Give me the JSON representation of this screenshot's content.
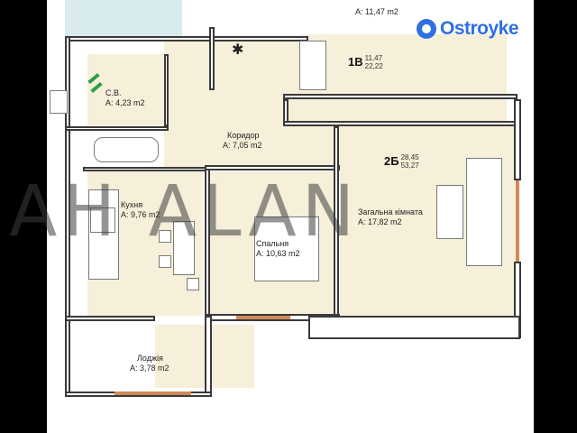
{
  "brand": {
    "logo_text": "Ostroyke",
    "logo_icon": "logo-ring-icon",
    "accent": "#2f6fe0"
  },
  "watermark": {
    "text": "AH ALAN"
  },
  "compass": {
    "symbol": "✱"
  },
  "apartments": [
    {
      "code": "1В",
      "area_living": "11,47",
      "area_total": "22,22"
    },
    {
      "code": "2Б",
      "area_living": "28,45",
      "area_total": "53,27"
    }
  ],
  "top_cut_label": "А: 11,47 m2",
  "rooms": [
    {
      "name": "С.В.",
      "area": "А: 4,23 m2"
    },
    {
      "name": "Коридор",
      "area": "А: 7,05 m2"
    },
    {
      "name": "Кухня",
      "area": "А: 9,76 m2"
    },
    {
      "name": "Спальня",
      "area": "А: 10,63 m2"
    },
    {
      "name": "Загальна кімната",
      "area": "А: 17,82 m2"
    },
    {
      "name": "Лоджія",
      "area": "А: 3,78 m2"
    }
  ],
  "colors": {
    "floor": "#f6efd9",
    "wall": "#3a3a3a",
    "window": "#d08a5a",
    "fixture_green": "#2f9e4a"
  }
}
